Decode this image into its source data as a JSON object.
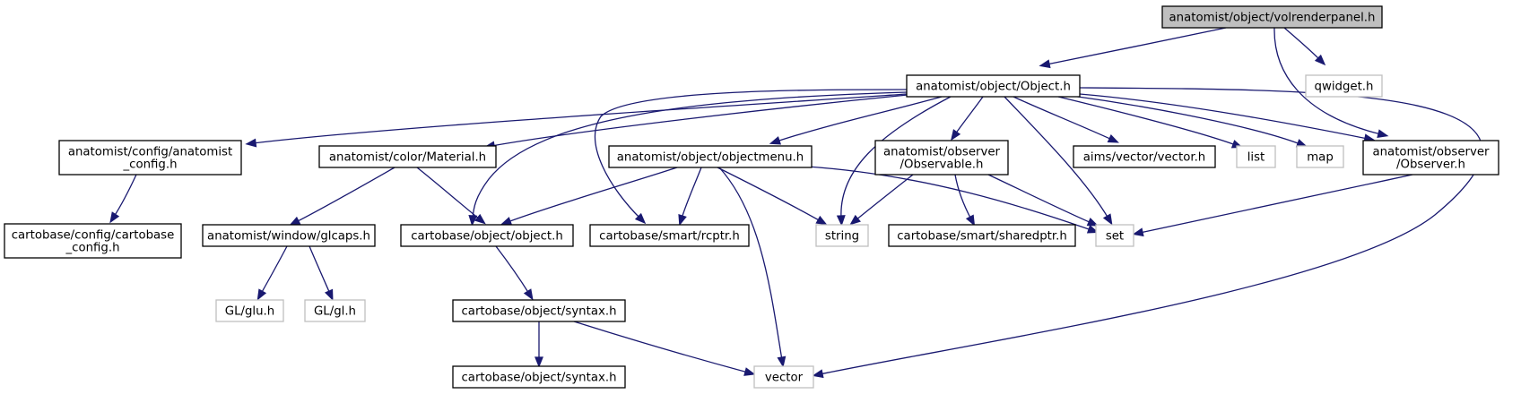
{
  "colors": {
    "edge": "#191970",
    "root_fill": "#bfbfbf",
    "node_border": "#000000",
    "external_border": "#bfbfbf",
    "background": "#ffffff"
  },
  "nodes": [
    {
      "id": "volrenderpanel",
      "lines": [
        "anatomist/object/volrenderpanel.h"
      ],
      "kind": "root"
    },
    {
      "id": "object_h",
      "lines": [
        "anatomist/object/Object.h"
      ],
      "kind": "internal"
    },
    {
      "id": "qwidget",
      "lines": [
        "qwidget.h"
      ],
      "kind": "external"
    },
    {
      "id": "anatomist_config",
      "lines": [
        "anatomist/config/anatomist",
        "_config.h"
      ],
      "kind": "internal"
    },
    {
      "id": "material",
      "lines": [
        "anatomist/color/Material.h"
      ],
      "kind": "internal"
    },
    {
      "id": "objectmenu",
      "lines": [
        "anatomist/object/objectmenu.h"
      ],
      "kind": "internal"
    },
    {
      "id": "observable",
      "lines": [
        "anatomist/observer",
        "/Observable.h"
      ],
      "kind": "internal"
    },
    {
      "id": "aims_vector",
      "lines": [
        "aims/vector/vector.h"
      ],
      "kind": "internal"
    },
    {
      "id": "list",
      "lines": [
        "list"
      ],
      "kind": "external"
    },
    {
      "id": "map",
      "lines": [
        "map"
      ],
      "kind": "external"
    },
    {
      "id": "observer",
      "lines": [
        "anatomist/observer",
        "/Observer.h"
      ],
      "kind": "internal"
    },
    {
      "id": "cartobase_config",
      "lines": [
        "cartobase/config/cartobase",
        "_config.h"
      ],
      "kind": "internal"
    },
    {
      "id": "glcaps",
      "lines": [
        "anatomist/window/glcaps.h"
      ],
      "kind": "internal"
    },
    {
      "id": "cb_object",
      "lines": [
        "cartobase/object/object.h"
      ],
      "kind": "internal"
    },
    {
      "id": "rcptr",
      "lines": [
        "cartobase/smart/rcptr.h"
      ],
      "kind": "internal"
    },
    {
      "id": "string",
      "lines": [
        "string"
      ],
      "kind": "external"
    },
    {
      "id": "sharedptr",
      "lines": [
        "cartobase/smart/sharedptr.h"
      ],
      "kind": "internal"
    },
    {
      "id": "set",
      "lines": [
        "set"
      ],
      "kind": "external"
    },
    {
      "id": "glu",
      "lines": [
        "GL/glu.h"
      ],
      "kind": "external"
    },
    {
      "id": "gl",
      "lines": [
        "GL/gl.h"
      ],
      "kind": "external"
    },
    {
      "id": "syntax1",
      "lines": [
        "cartobase/object/syntax.h"
      ],
      "kind": "internal"
    },
    {
      "id": "syntax2",
      "lines": [
        "cartobase/object/syntax.h"
      ],
      "kind": "internal"
    },
    {
      "id": "vector",
      "lines": [
        "vector"
      ],
      "kind": "external"
    }
  ],
  "edges": [
    [
      "volrenderpanel",
      "object_h"
    ],
    [
      "volrenderpanel",
      "qwidget"
    ],
    [
      "volrenderpanel",
      "observer"
    ],
    [
      "object_h",
      "anatomist_config"
    ],
    [
      "object_h",
      "material"
    ],
    [
      "object_h",
      "objectmenu"
    ],
    [
      "object_h",
      "observable"
    ],
    [
      "object_h",
      "aims_vector"
    ],
    [
      "object_h",
      "list"
    ],
    [
      "object_h",
      "map"
    ],
    [
      "object_h",
      "observer"
    ],
    [
      "object_h",
      "cb_object"
    ],
    [
      "object_h",
      "rcptr"
    ],
    [
      "object_h",
      "string"
    ],
    [
      "object_h",
      "set"
    ],
    [
      "object_h",
      "vector"
    ],
    [
      "anatomist_config",
      "cartobase_config"
    ],
    [
      "material",
      "glcaps"
    ],
    [
      "material",
      "cb_object"
    ],
    [
      "glcaps",
      "glu"
    ],
    [
      "glcaps",
      "gl"
    ],
    [
      "objectmenu",
      "cb_object"
    ],
    [
      "objectmenu",
      "rcptr"
    ],
    [
      "objectmenu",
      "string"
    ],
    [
      "objectmenu",
      "set"
    ],
    [
      "objectmenu",
      "vector"
    ],
    [
      "observable",
      "string"
    ],
    [
      "observable",
      "sharedptr"
    ],
    [
      "observable",
      "set"
    ],
    [
      "observer",
      "set"
    ],
    [
      "cb_object",
      "syntax1"
    ],
    [
      "syntax1",
      "syntax2"
    ],
    [
      "syntax1",
      "vector"
    ]
  ]
}
